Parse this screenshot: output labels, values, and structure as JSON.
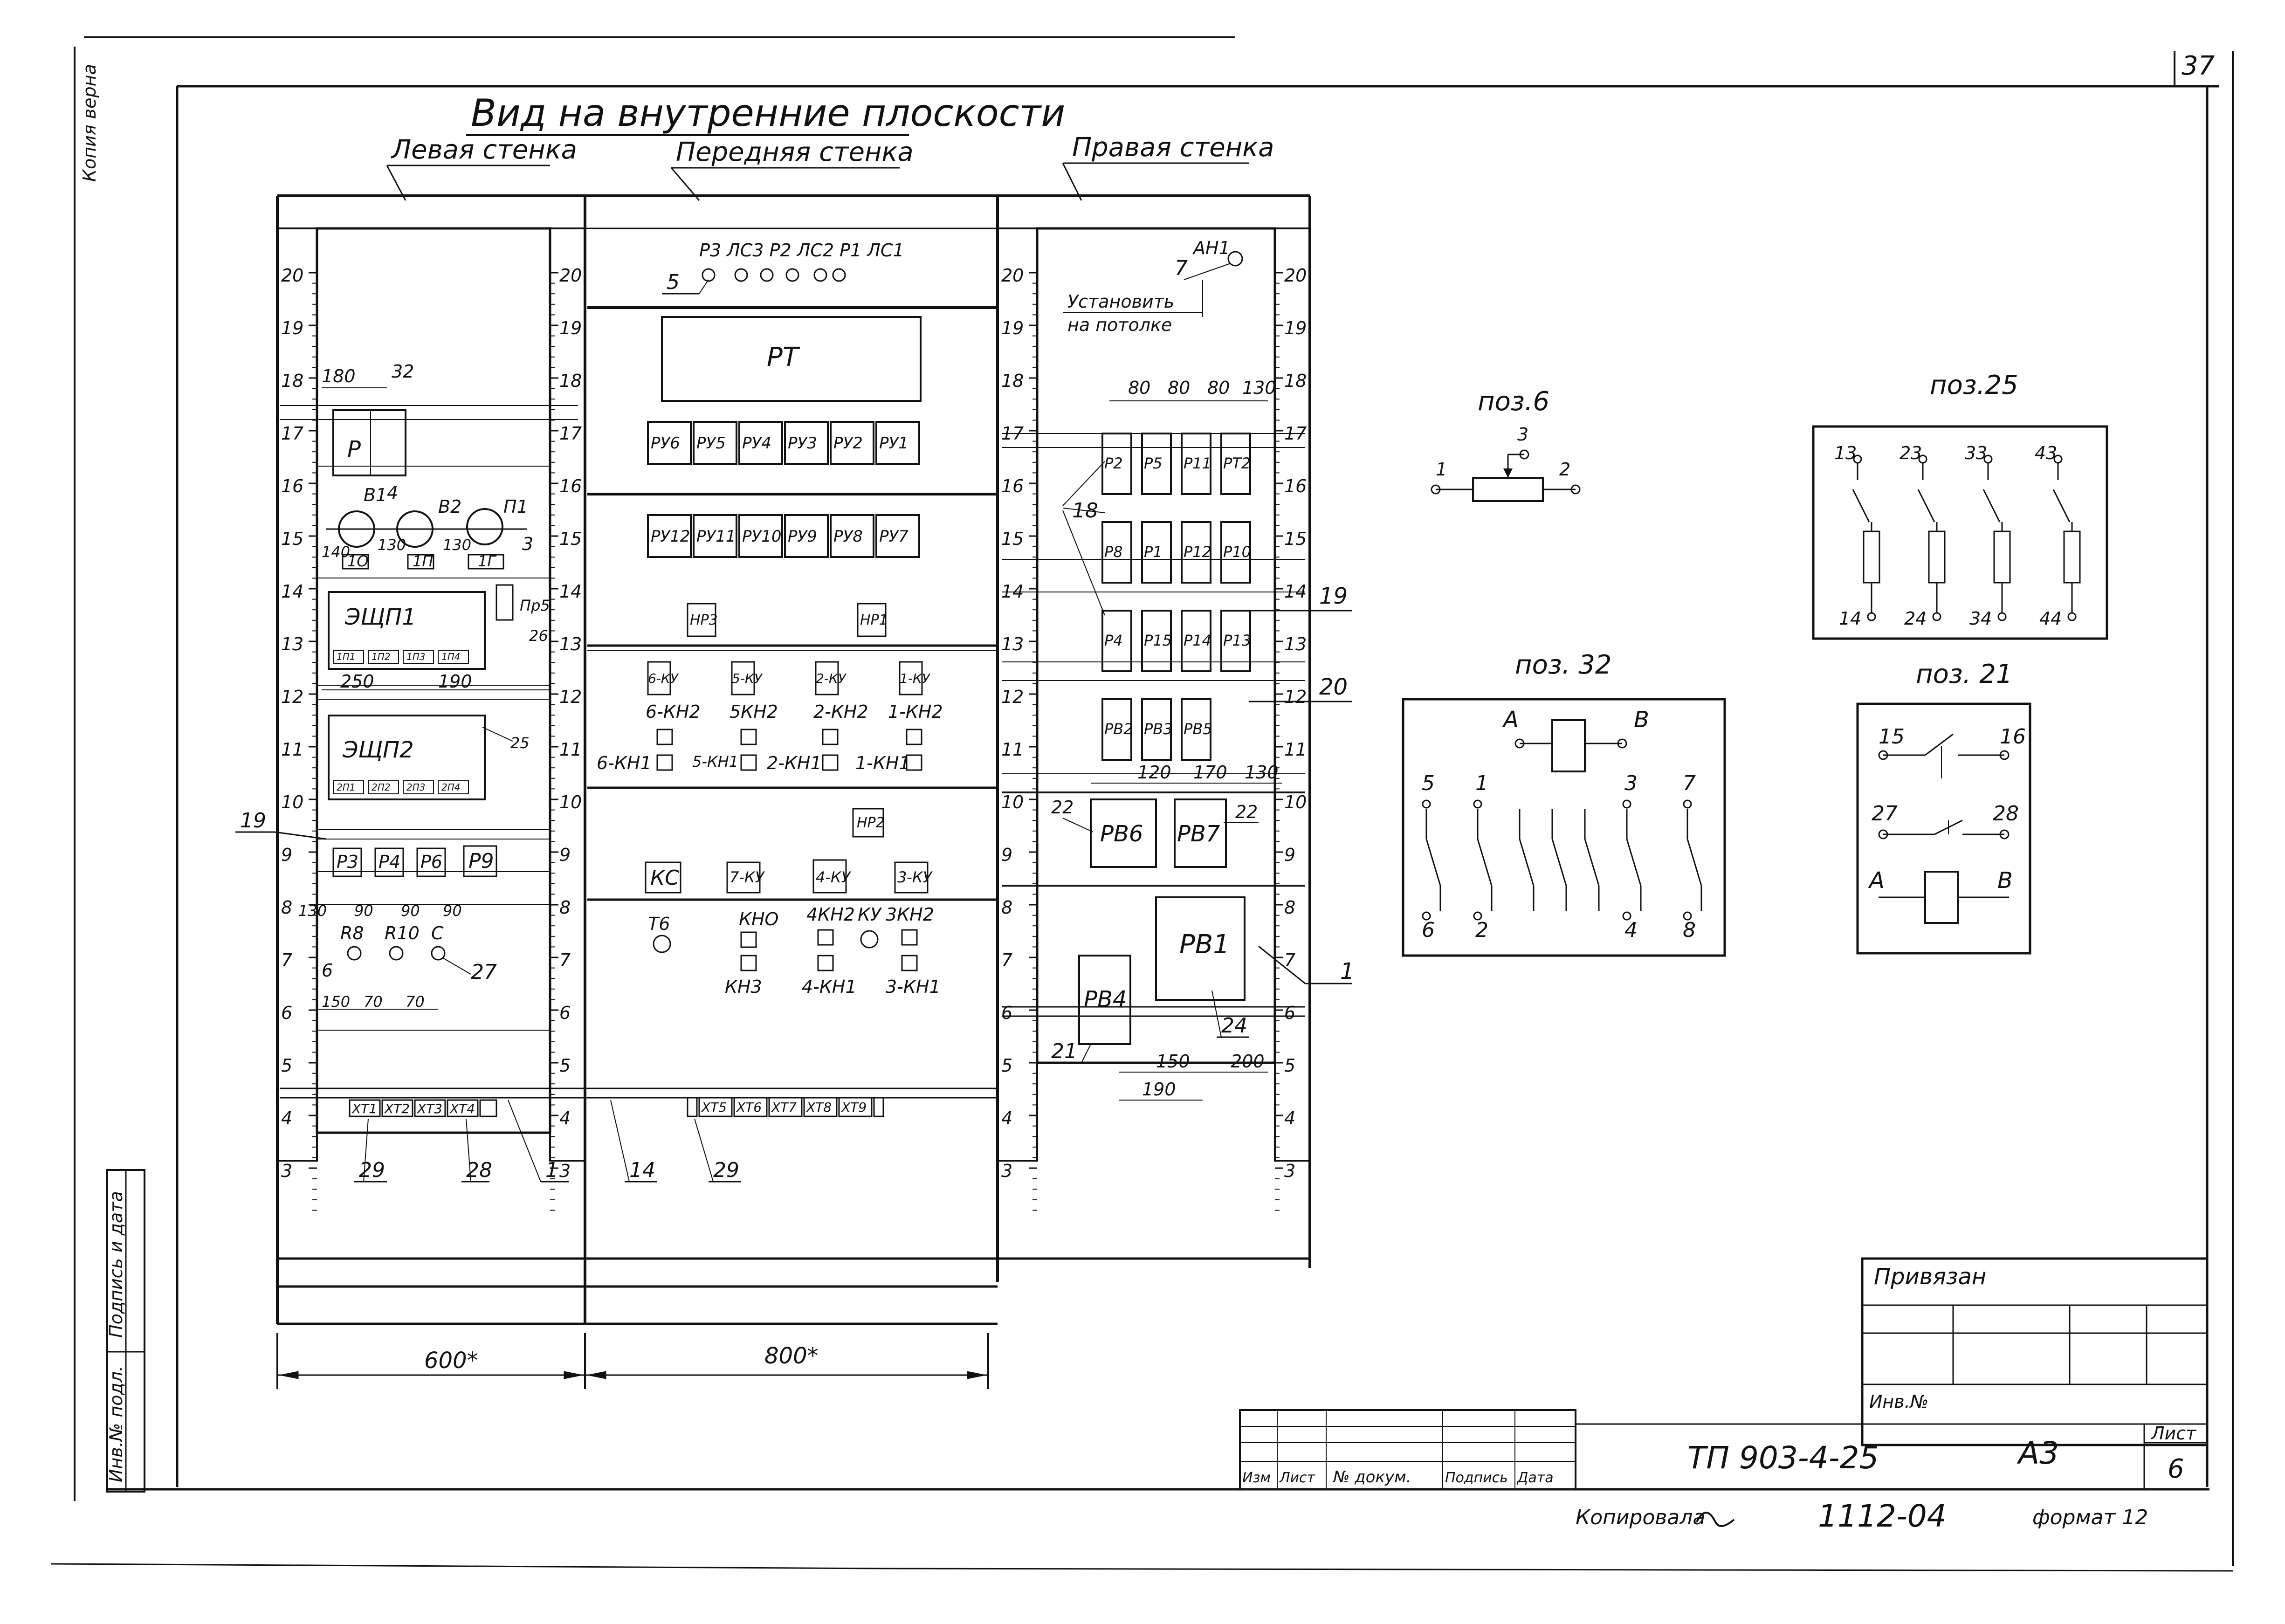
{
  "copy_mark": "Копия верна",
  "sheet_corner": "37",
  "title": "Вид на внутренние плоскости",
  "walls": {
    "left": "Левая стенка",
    "front": "Передняя стенка",
    "right": "Правая стенка"
  },
  "scale_left": [
    "20",
    "19",
    "18",
    "17",
    "16",
    "15",
    "14",
    "13",
    "12",
    "11",
    "10",
    "9",
    "8",
    "7",
    "6",
    "5",
    "4",
    "3"
  ],
  "scale_right": [
    "20",
    "19",
    "18",
    "17",
    "16",
    "15",
    "14",
    "13",
    "12",
    "11",
    "10",
    "9",
    "8",
    "7",
    "6",
    "5",
    "4",
    "3"
  ],
  "left_wall": {
    "dim_180": "180",
    "ref_32": "32",
    "relay_r": "Р",
    "switch_labels": [
      "В1",
      "4",
      "В2",
      "П1"
    ],
    "ref_3": "3",
    "dims_row": [
      "140",
      "130",
      "130"
    ],
    "small_boxes": [
      "1О",
      "1П",
      "1Г"
    ],
    "esch1": "ЭЩП1",
    "esch1_slots": [
      "1П1",
      "1П2",
      "1П3",
      "1П4"
    ],
    "pr5": "Пр5",
    "ref_26": "26",
    "dims_250_190": [
      "250",
      "190"
    ],
    "esch2": "ЭЩП2",
    "esch2_slots": [
      "2П1",
      "2П2",
      "2П3",
      "2П4"
    ],
    "ref_25": "25",
    "ref_19": "19",
    "relays": [
      "Р3",
      "Р4",
      "Р6",
      "Р9"
    ],
    "relay_dims": [
      "130",
      "90",
      "90",
      "90"
    ],
    "lamp_labels": [
      "R8",
      "R10",
      "С"
    ],
    "ref_6": "6",
    "ref_27": "27",
    "lamp_dims": [
      "150",
      "70",
      "70"
    ],
    "terminals": [
      "ХТ1",
      "ХТ2",
      "ХТ3",
      "ХТ4"
    ],
    "ref_29": "29",
    "ref_28": "28",
    "ref_1": "1",
    "width_600": "600*"
  },
  "front_wall": {
    "lamps_label": "Р3 ЛС3 Р2 ЛС2 Р1 ЛС1",
    "ref_5": "5",
    "rt": "РТ",
    "ru_row1": [
      "РУ6",
      "РУ5",
      "РУ4",
      "РУ3",
      "РУ2",
      "РУ1"
    ],
    "ru_row2": [
      "РУ12",
      "РУ11",
      "РУ10",
      "РУ9",
      "РУ8",
      "РУ7"
    ],
    "hp3": "НР3",
    "hp1": "НР1",
    "ku_keys": [
      "6-КУ",
      "5-КУ",
      "2-КУ",
      "1-КУ"
    ],
    "kn2_labels": [
      "6-КН2",
      "5КН2",
      "2-КН2",
      "1-КН2"
    ],
    "kn1_labels": [
      "6-КН1",
      "5-КН1",
      "2-КН1",
      "1-КН1"
    ],
    "hp2": "НР2",
    "ks_row": [
      "КС",
      "7-КУ",
      "4-КУ",
      "3-КУ"
    ],
    "bottom_labels": {
      "t6": "Т6",
      "kno": "КНО",
      "kn3": "КН3",
      "kn2_4": "4КН2",
      "kn1_4": "4-КН1",
      "ku": "КУ",
      "kn2_3": "3КН2",
      "kn1_3": "3-КН1"
    },
    "terminals": [
      "ХТ5",
      "ХТ6",
      "ХТ7",
      "ХТ8",
      "ХТ9"
    ],
    "ref_14": "14",
    "ref_29": "29",
    "width_800": "800*"
  },
  "right_wall": {
    "an1": "АН1",
    "ref_7": "7",
    "install_1": "Установить",
    "install_2": "на потолке",
    "top_dims": [
      "80",
      "80",
      "80",
      "130"
    ],
    "ref_18": "18",
    "ref_19": "19",
    "ref_20": "20",
    "relay_rows": [
      [
        "Р2",
        "Р5",
        "Р11",
        "РТ2"
      ],
      [
        "Р8",
        "Р1",
        "Р12",
        "Р10"
      ],
      [
        "Р4",
        "Р15",
        "Р14",
        "Р13"
      ],
      [
        "РВ2",
        "РВ3",
        "РВ5"
      ]
    ],
    "dims_mid": [
      "120",
      "170",
      "130"
    ],
    "pv6": "РВ6",
    "pv7": "РВ7",
    "ref_22a": "22",
    "ref_22b": "22",
    "pv1": "РВ1",
    "pv4": "РВ4",
    "ref_1": "1",
    "ref_21": "21",
    "ref_24": "24",
    "dims_bottom": [
      "150",
      "200",
      "190"
    ]
  },
  "pos6": {
    "title": "поз.6",
    "pins": [
      "1",
      "2",
      "3"
    ]
  },
  "pos25": {
    "title": "поз.25",
    "pins_top": [
      "13",
      "23",
      "33",
      "43"
    ],
    "pins_bottom": [
      "14",
      "24",
      "34",
      "44"
    ]
  },
  "pos32": {
    "title": "поз. 32",
    "coil": [
      "А",
      "В"
    ],
    "pins_top": [
      "5",
      "1",
      "3",
      "7"
    ],
    "pins_bottom": [
      "6",
      "2",
      "4",
      "8"
    ]
  },
  "pos21": {
    "title": "поз. 21",
    "pins": [
      "15",
      "16",
      "27",
      "28",
      "А",
      "В"
    ]
  },
  "side_stamp": {
    "inv": "Инв.№ подл.",
    "sign": "Подпись и дата"
  },
  "title_block": {
    "privyazan": "Привязан",
    "inv_no": "Инв.№",
    "headers": [
      "Изм",
      "Лист",
      "№ докум.",
      "Подпись",
      "Дата"
    ],
    "doc_code": "ТП 903-4-25",
    "format_label": "А3",
    "list_label": "Лист",
    "list_no": "6",
    "kopiroval": "Копировала",
    "order_no": "1112-04",
    "format": "формат 12"
  }
}
